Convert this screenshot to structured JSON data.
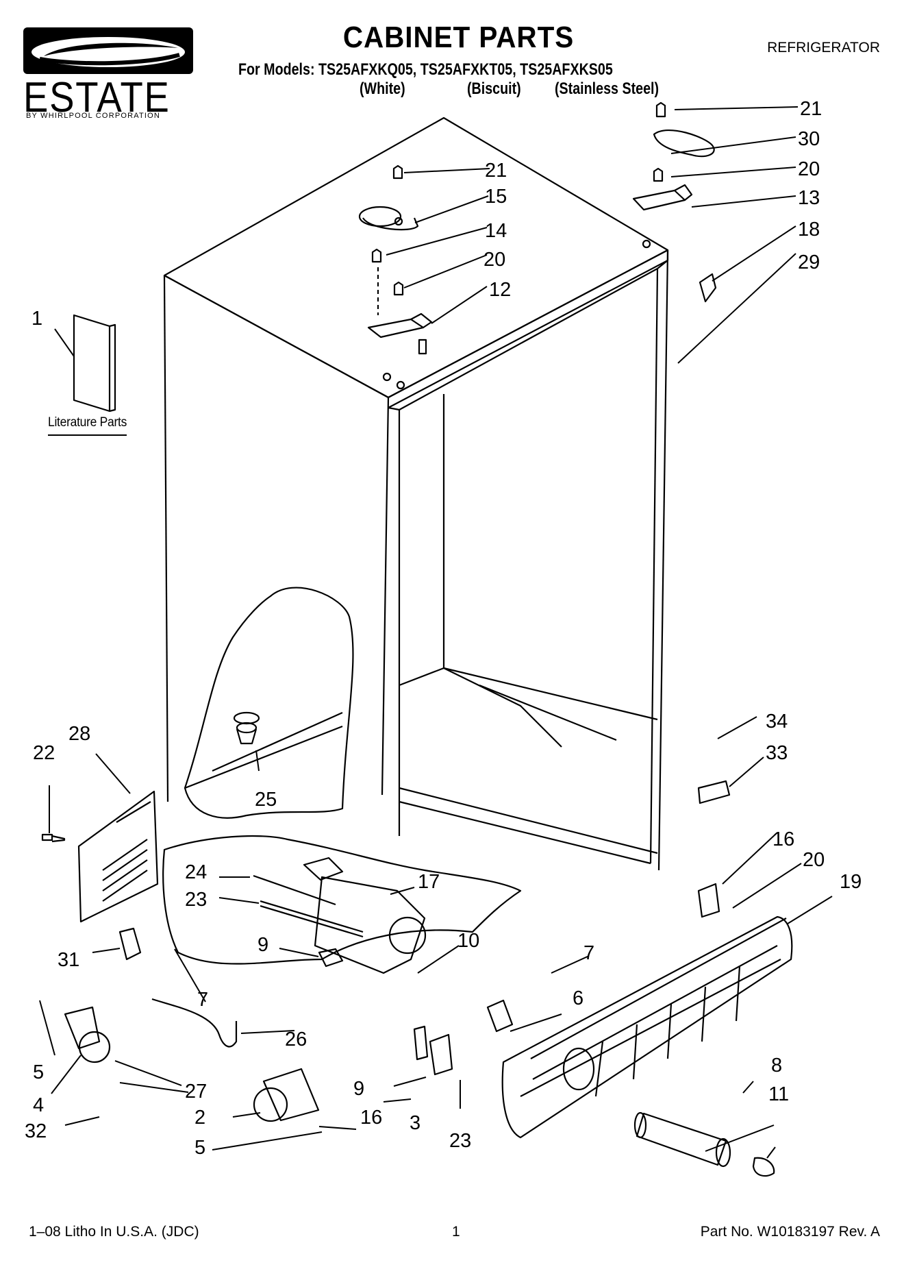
{
  "header": {
    "title": "CABINET PARTS",
    "models_line": "For Models: TS25AFXKQ05, TS25AFXKT05, TS25AFXKS05",
    "color_white": "(White)",
    "color_biscuit": "(Biscuit)",
    "color_steel": "(Stainless Steel)",
    "category": "REFRIGERATOR"
  },
  "logo": {
    "word": "ESTATE",
    "tagline": "BY WHIRLPOOL CORPORATION"
  },
  "literature": {
    "label": "Literature Parts"
  },
  "callouts": {
    "c1": "1",
    "c2": "2",
    "c3": "3",
    "c4": "4",
    "c5a": "5",
    "c5b": "5",
    "c6": "6",
    "c7a": "7",
    "c7b": "7",
    "c8": "8",
    "c9a": "9",
    "c9b": "9",
    "c10": "10",
    "c11": "11",
    "c12": "12",
    "c13": "13",
    "c14": "14",
    "c15": "15",
    "c16a": "16",
    "c16b": "16",
    "c17": "17",
    "c18": "18",
    "c19": "19",
    "c20a": "20",
    "c20b": "20",
    "c20c": "20",
    "c21a": "21",
    "c21b": "21",
    "c22": "22",
    "c23a": "23",
    "c23b": "23",
    "c24": "24",
    "c25": "25",
    "c26": "26",
    "c27": "27",
    "c28": "28",
    "c29": "29",
    "c30": "30",
    "c31": "31",
    "c32": "32",
    "c33": "33",
    "c34": "34"
  },
  "footer": {
    "litho": "1–08 Litho In U.S.A. (JDC)",
    "page": "1",
    "part_no": "Part No. W10183197 Rev. A"
  }
}
